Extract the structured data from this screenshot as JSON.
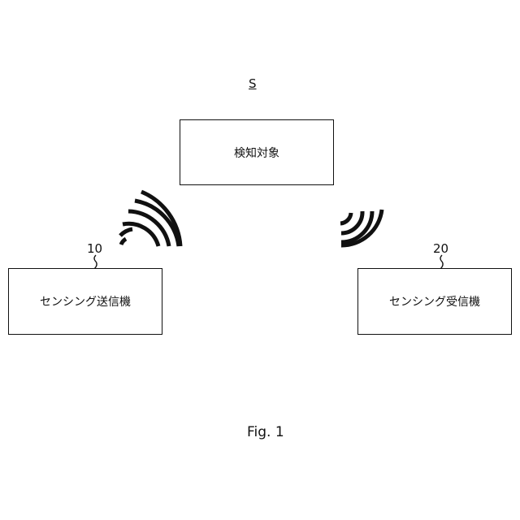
{
  "target": {
    "ref": "S",
    "label": "検知対象"
  },
  "transmitter": {
    "ref": "10",
    "label": "センシング送信機"
  },
  "receiver": {
    "ref": "20",
    "label": "センシング受信機"
  },
  "caption": "Fig. 1"
}
